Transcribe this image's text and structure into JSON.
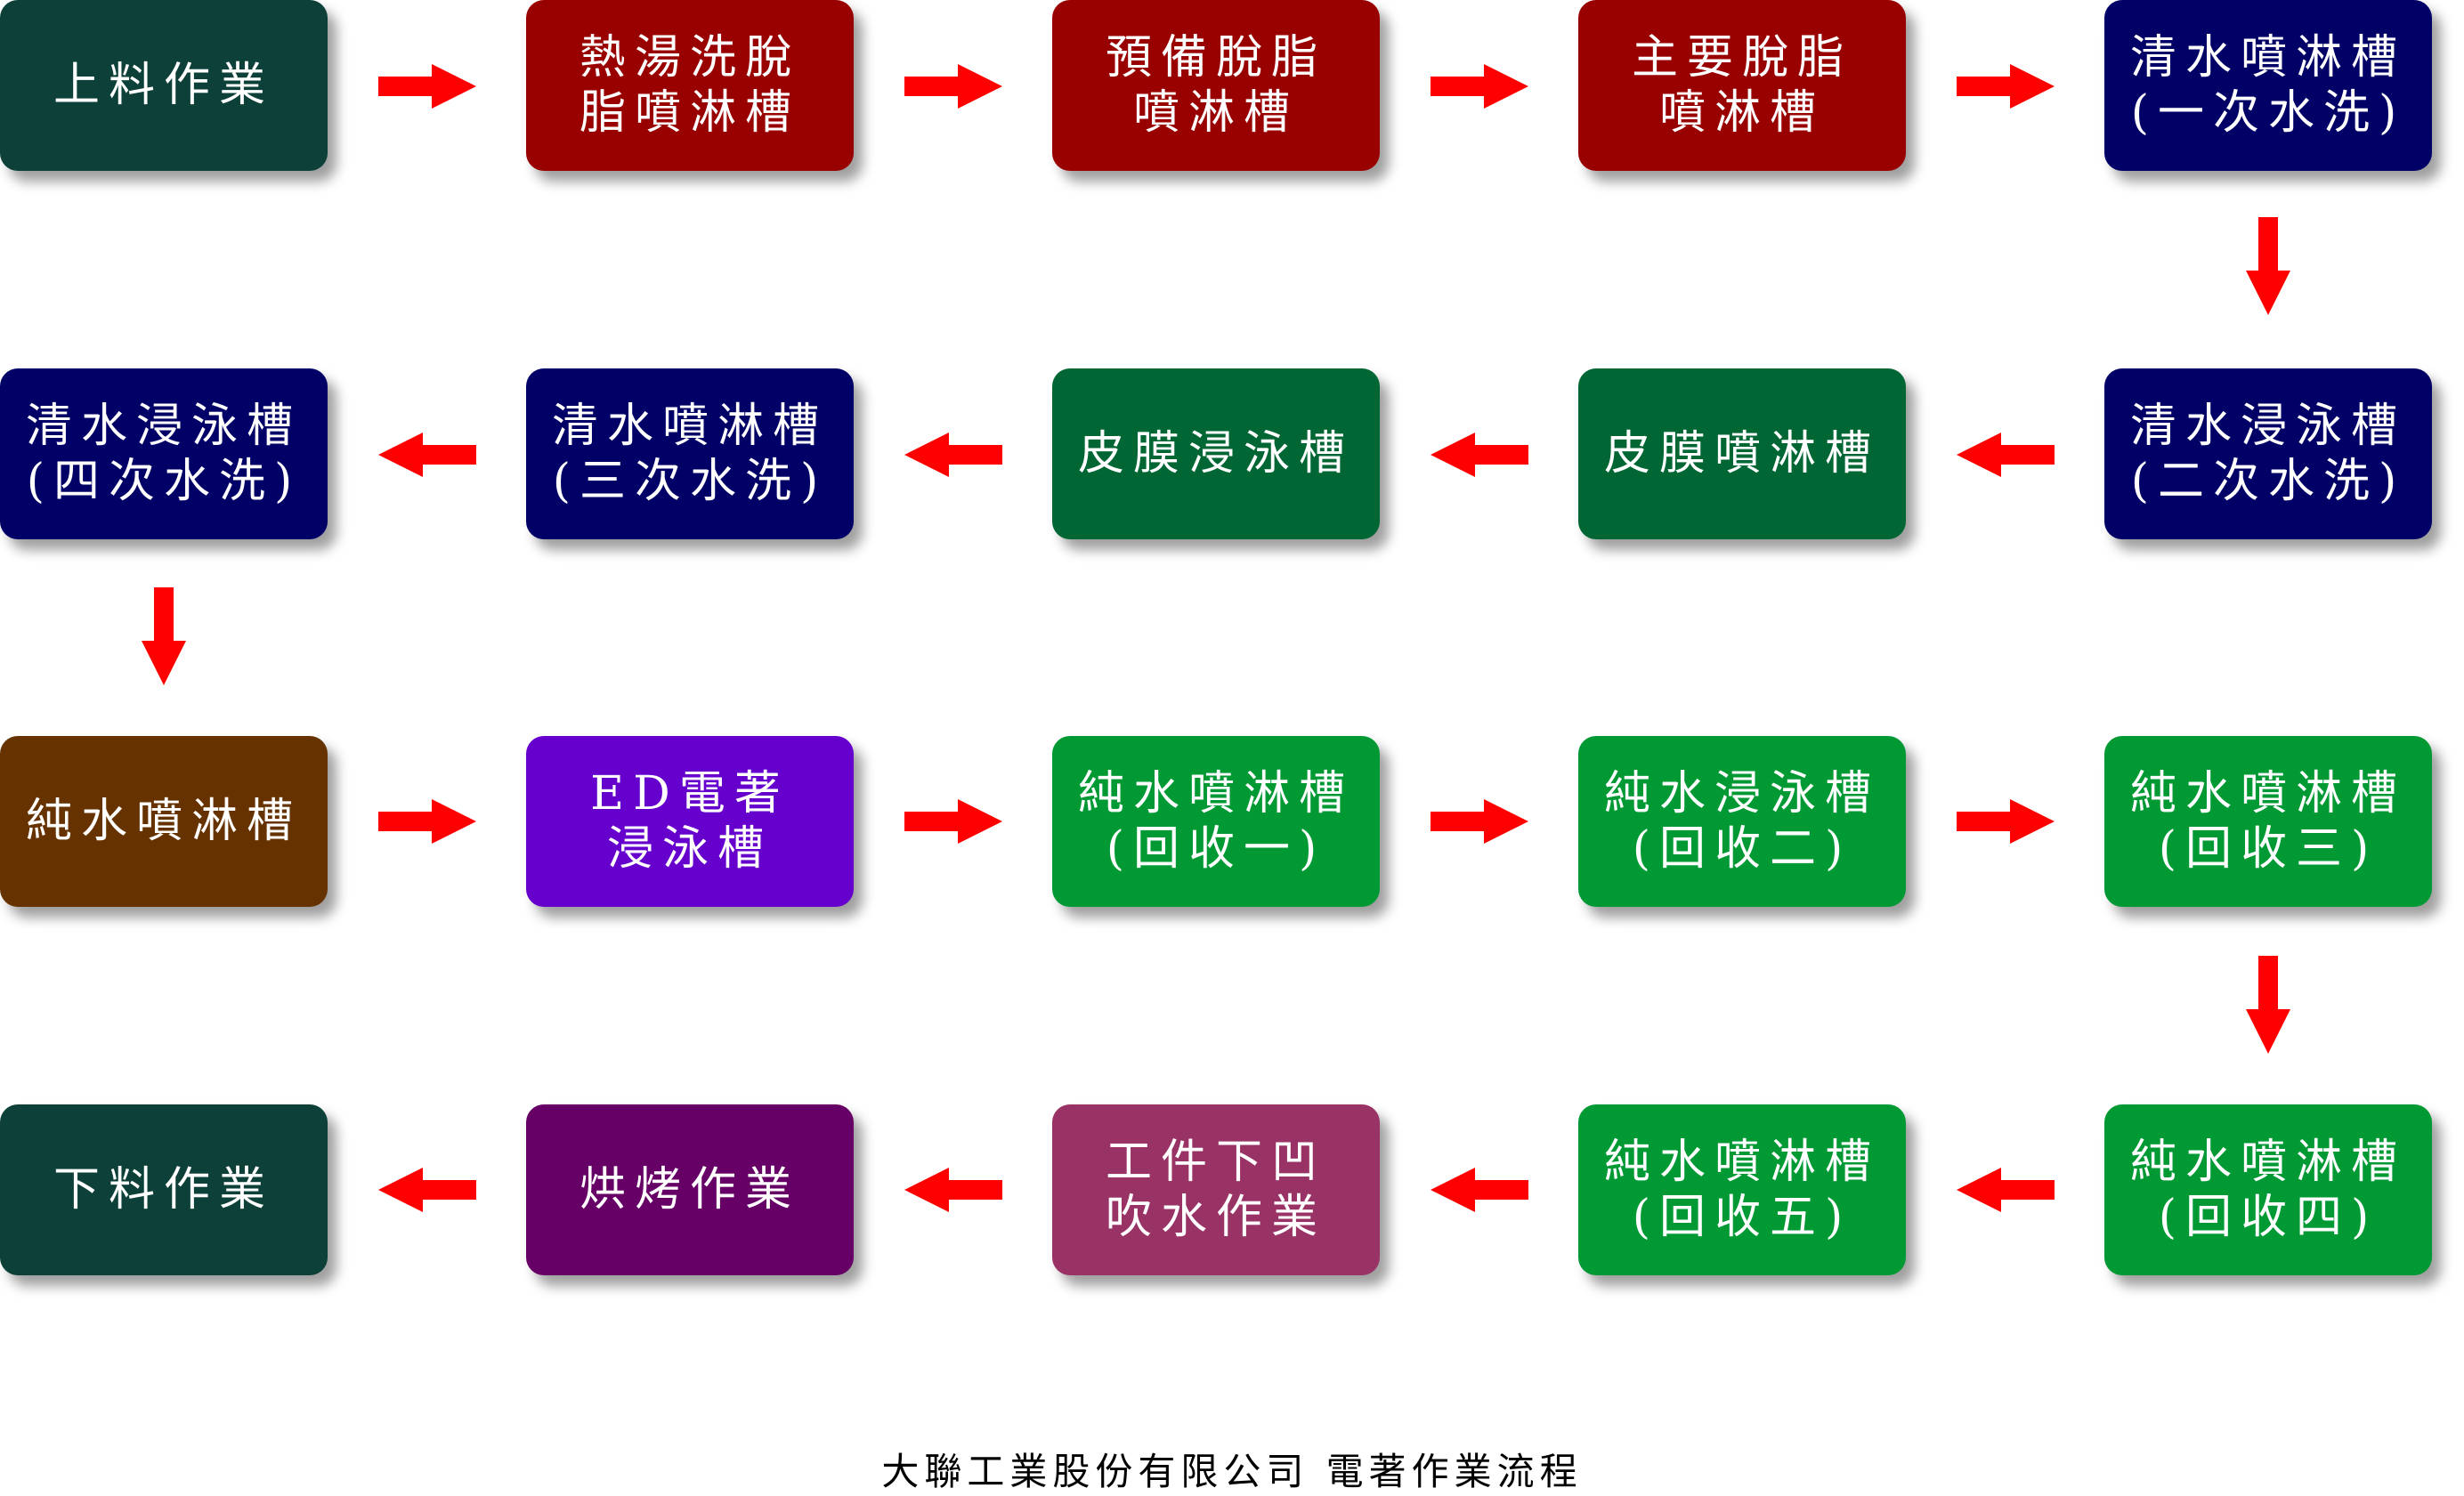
{
  "steps": [
    {
      "id": "s1",
      "lines": [
        "上料作業"
      ],
      "color": "#0d4038"
    },
    {
      "id": "s2",
      "lines": [
        "熱湯洗脫",
        "脂噴淋槽"
      ],
      "color": "#990000"
    },
    {
      "id": "s3",
      "lines": [
        "預備脫脂",
        "噴淋槽"
      ],
      "color": "#990000"
    },
    {
      "id": "s4",
      "lines": [
        "主要脫脂",
        "噴淋槽"
      ],
      "color": "#990000"
    },
    {
      "id": "s5",
      "lines": [
        "清水噴淋槽",
        "(一次水洗)"
      ],
      "color": "#000066"
    },
    {
      "id": "s6",
      "lines": [
        "清水浸泳槽",
        "(二次水洗)"
      ],
      "color": "#000066"
    },
    {
      "id": "s7",
      "lines": [
        "皮膜噴淋槽"
      ],
      "color": "#006633"
    },
    {
      "id": "s8",
      "lines": [
        "皮膜浸泳槽"
      ],
      "color": "#006633"
    },
    {
      "id": "s9",
      "lines": [
        "清水噴淋槽",
        "(三次水洗)"
      ],
      "color": "#000066"
    },
    {
      "id": "s10",
      "lines": [
        "清水浸泳槽",
        "(四次水洗)"
      ],
      "color": "#000066"
    },
    {
      "id": "s11",
      "lines": [
        "純水噴淋槽"
      ],
      "color": "#663300"
    },
    {
      "id": "s12",
      "lines": [
        "ED電著",
        "浸泳槽"
      ],
      "color": "#6600cc"
    },
    {
      "id": "s13",
      "lines": [
        "純水噴淋槽",
        "(回收一)"
      ],
      "color": "#009933"
    },
    {
      "id": "s14",
      "lines": [
        "純水浸泳槽",
        "(回收二)"
      ],
      "color": "#009933"
    },
    {
      "id": "s15",
      "lines": [
        "純水噴淋槽",
        "(回收三)"
      ],
      "color": "#009933"
    },
    {
      "id": "s16",
      "lines": [
        "純水噴淋槽",
        "(回收四)"
      ],
      "color": "#009933"
    },
    {
      "id": "s17",
      "lines": [
        "純水噴淋槽",
        "(回收五)"
      ],
      "color": "#009933"
    },
    {
      "id": "s18",
      "lines": [
        "工件下凹",
        "吹水作業"
      ],
      "color": "#993366"
    },
    {
      "id": "s19",
      "lines": [
        "烘烤作業"
      ],
      "color": "#660066"
    },
    {
      "id": "s20",
      "lines": [
        "下料作業"
      ],
      "color": "#0d4038"
    }
  ],
  "arrow_color": "#ff0000",
  "caption": "大聯工業股份有限公司 電著作業流程"
}
